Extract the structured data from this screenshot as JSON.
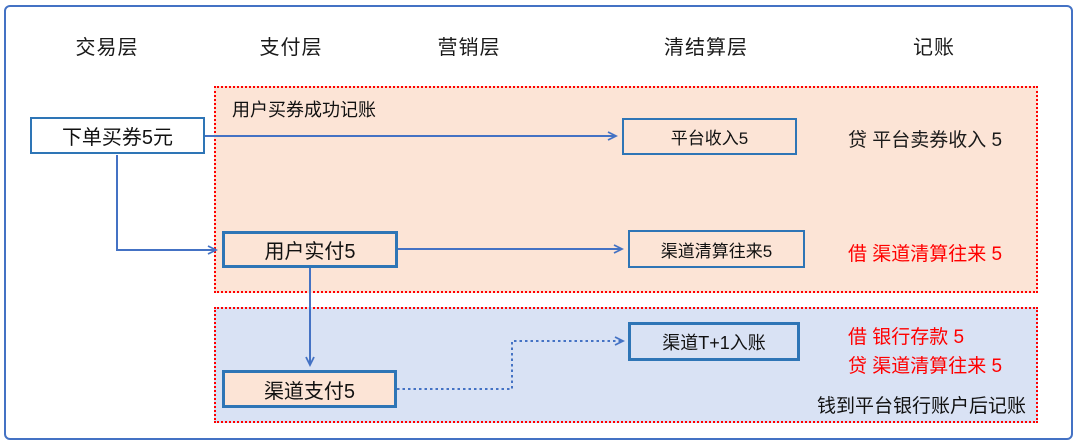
{
  "headers": [
    {
      "id": "transaction",
      "label": "交易层"
    },
    {
      "id": "payment",
      "label": "支付层"
    },
    {
      "id": "marketing",
      "label": "营销层"
    },
    {
      "id": "clearing",
      "label": "清结算层"
    },
    {
      "id": "booking",
      "label": "记账"
    }
  ],
  "nodes": {
    "order": {
      "label": "下单买券5元"
    },
    "user_paid": {
      "label": "用户实付5"
    },
    "channel_pay": {
      "label": "渠道支付5"
    },
    "platform_income": {
      "label": "平台收入5"
    },
    "channel_clearing": {
      "label": "渠道清算往来5"
    },
    "channel_t1": {
      "label": "渠道T+1入账"
    }
  },
  "panels": {
    "purchase": {
      "label": "用户买券成功记账",
      "entries": [
        {
          "text": "贷 平台卖券收入 5",
          "color": "#1A1A1A"
        },
        {
          "text": "借 渠道清算往来 5",
          "color": "#FF0000"
        }
      ]
    },
    "settlement": {
      "label": "钱到平台银行账户后记账",
      "entries": [
        {
          "text": "借 银行存款 5",
          "color": "#FF0000"
        },
        {
          "text": "贷 渠道清算往来 5",
          "color": "#FF0000"
        }
      ]
    }
  },
  "colors": {
    "frame_border": "#4472C4",
    "panel_purchase_bg": "#FCE4D6",
    "panel_settlement_bg": "#D9E2F4",
    "panel_dotted_border": "#FF0000",
    "node_border": "#2E75B6",
    "connector": "#4472C4",
    "entry_red": "#FF0000",
    "text": "#1A1A1A"
  }
}
